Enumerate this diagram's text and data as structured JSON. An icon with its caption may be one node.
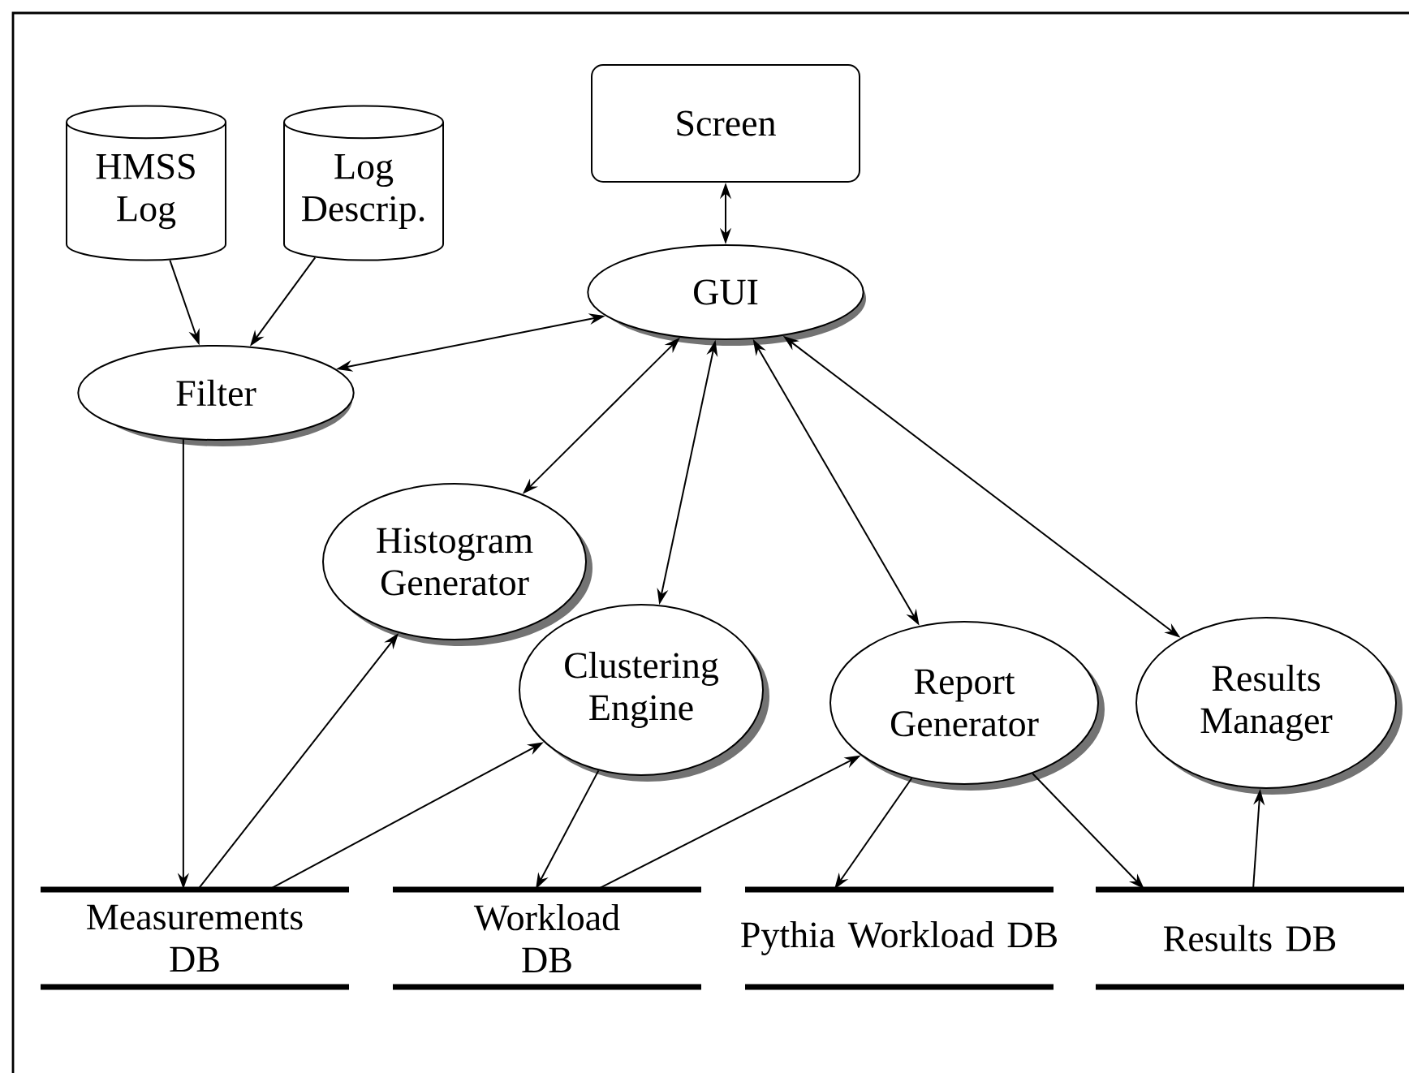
{
  "diagram": {
    "nodes": [
      {
        "text": [
          "HMSS Log"
        ]
      },
      {
        "text": [
          "Log Descrip."
        ]
      },
      {
        "text": [
          "Screen"
        ]
      },
      {
        "text": [
          "GUI"
        ]
      },
      {
        "text": [
          "Filter"
        ]
      },
      {
        "text": [
          "Histogram Generator"
        ]
      },
      {
        "text": [
          "Clustering Engine"
        ]
      },
      {
        "text": [
          "Report Generator"
        ]
      },
      {
        "text": [
          "Results Manager"
        ]
      },
      {
        "text": [
          "Measurements DB"
        ]
      },
      {
        "text": [
          "Workload DB"
        ]
      },
      {
        "text": [
          "Pythia Workload DB"
        ]
      },
      {
        "text": [
          "Results DB"
        ]
      }
    ],
    "edges": [
      {
        "from": 0,
        "to": 4,
        "arrow": "to"
      },
      {
        "from": 1,
        "to": 4,
        "arrow": "to"
      },
      {
        "from": 2,
        "to": 3,
        "arrow": "both"
      },
      {
        "from": 4,
        "to": 3,
        "arrow": "both"
      },
      {
        "from": 5,
        "to": 3,
        "arrow": "both"
      },
      {
        "from": 6,
        "to": 3,
        "arrow": "both"
      },
      {
        "from": 7,
        "to": 3,
        "arrow": "both"
      },
      {
        "from": 8,
        "to": 3,
        "arrow": "both"
      },
      {
        "from": 4,
        "to": 9,
        "arrow": "to"
      },
      {
        "from": 9,
        "to": 5,
        "arrow": "to"
      },
      {
        "from": 9,
        "to": 6,
        "arrow": "to"
      },
      {
        "from": 6,
        "to": 10,
        "arrow": "to"
      },
      {
        "from": 10,
        "to": 7,
        "arrow": "to"
      },
      {
        "from": 7,
        "to": 11,
        "arrow": "to"
      },
      {
        "from": 7,
        "to": 12,
        "arrow": "to"
      },
      {
        "from": 12,
        "to": 8,
        "arrow": "to"
      }
    ]
  }
}
